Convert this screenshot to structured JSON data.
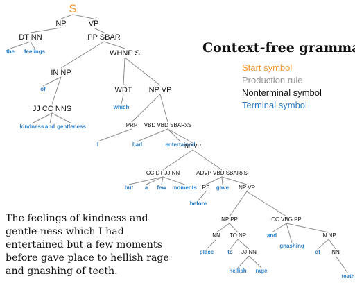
{
  "colors": {
    "start": "#F2952F",
    "production": "#999999",
    "nonterminal": "#111111",
    "terminal": "#2E7DC2",
    "edge": "#8C8C8C"
  },
  "legend": {
    "title": "Context-free grammar:",
    "start": "Start symbol",
    "production": "Production rule",
    "nonterminal": "Nonterminal symbol",
    "terminal": "Terminal symbol"
  },
  "sentence": "The feelings of kindness and gentle-ness which I had entertained but a few moments before gave place to hellish rage and gnashing of teeth.",
  "tree": {
    "start": "S",
    "n1": "NP",
    "n2": "VP",
    "n3": "DT NN",
    "n4": "PP SBAR",
    "t_the": "the",
    "t_feelings": "feelings",
    "n5": "IN NP",
    "n6": "WHNP S",
    "t_of1": "of",
    "n7": "JJ CC NNS",
    "t_kindness": "kindness",
    "t_and1": "and",
    "t_gentleness": "gentleness",
    "n8": "WDT",
    "t_which": "which",
    "n9": "NP VP",
    "n10": "PRP",
    "t_I": "I",
    "n11": "VBD VBD SBARxS",
    "t_had": "had",
    "t_entertained": "entertained",
    "n12": "NP VP",
    "n13": "CC DT JJ NN",
    "t_but": "but",
    "t_a": "a",
    "t_few": "few",
    "t_moments": "moments",
    "n14": "ADVP VBD SBARxS",
    "n15": "RB",
    "t_before": "before",
    "t_gave": "gave",
    "n16": "NP VP",
    "n17": "NP PP",
    "n18": "NN",
    "t_place": "place",
    "n19": "TO NP",
    "t_to": "to",
    "n20": "JJ NN",
    "t_hellish": "hellish",
    "t_rage": "rage",
    "n21": "CC VBG PP",
    "t_and2": "and",
    "t_gnashing": "gnashing",
    "n22": "IN NP",
    "t_of2": "of",
    "n23": "NN",
    "t_teeth": "teeth"
  }
}
